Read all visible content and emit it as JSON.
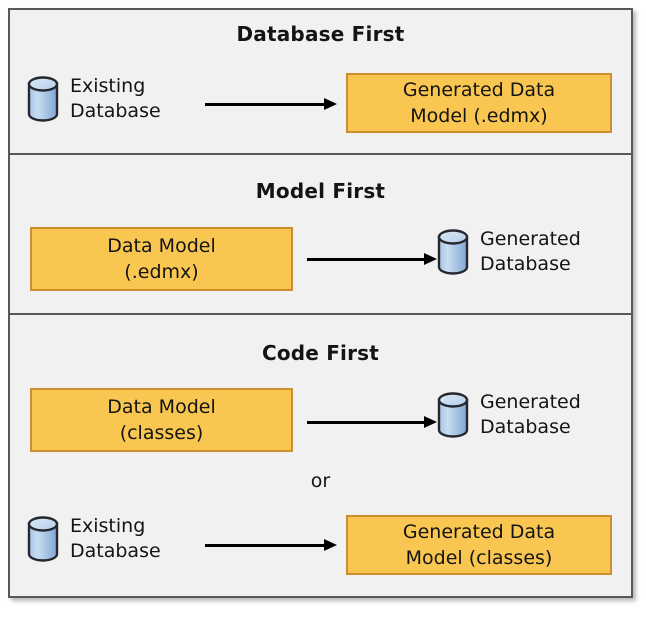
{
  "colors": {
    "page_bg": "#ffffff",
    "panel_bg": "#f1f1f2",
    "panel_border": "#57585a",
    "box_fill": "#f9c751",
    "box_border": "#cd8e2f",
    "arrow": "#000000",
    "text": "#141414",
    "cyl_outline": "#27272f",
    "cyl_body_light": "#c9ddf2",
    "cyl_body_mid": "#a3c4e6",
    "cyl_body_dark": "#7fa7d3",
    "cyl_top_light": "#dce9f7",
    "cyl_top_dark": "#b3cde9"
  },
  "panels": {
    "database_first": {
      "title": "Database First",
      "source_label": "Existing\nDatabase",
      "target_label": "Generated Data\nModel (.edmx)"
    },
    "model_first": {
      "title": "Model First",
      "source_label": "Data Model\n(.edmx)",
      "target_label": "Generated\nDatabase"
    },
    "code_first": {
      "title": "Code First",
      "flow1": {
        "source_label": "Data Model\n(classes)",
        "target_label": "Generated\nDatabase"
      },
      "or_label": "or",
      "flow2": {
        "source_label": "Existing\nDatabase",
        "target_label": "Generated Data\nModel (classes)"
      }
    }
  },
  "icons": {
    "database_icon": "blue database cylinder"
  }
}
